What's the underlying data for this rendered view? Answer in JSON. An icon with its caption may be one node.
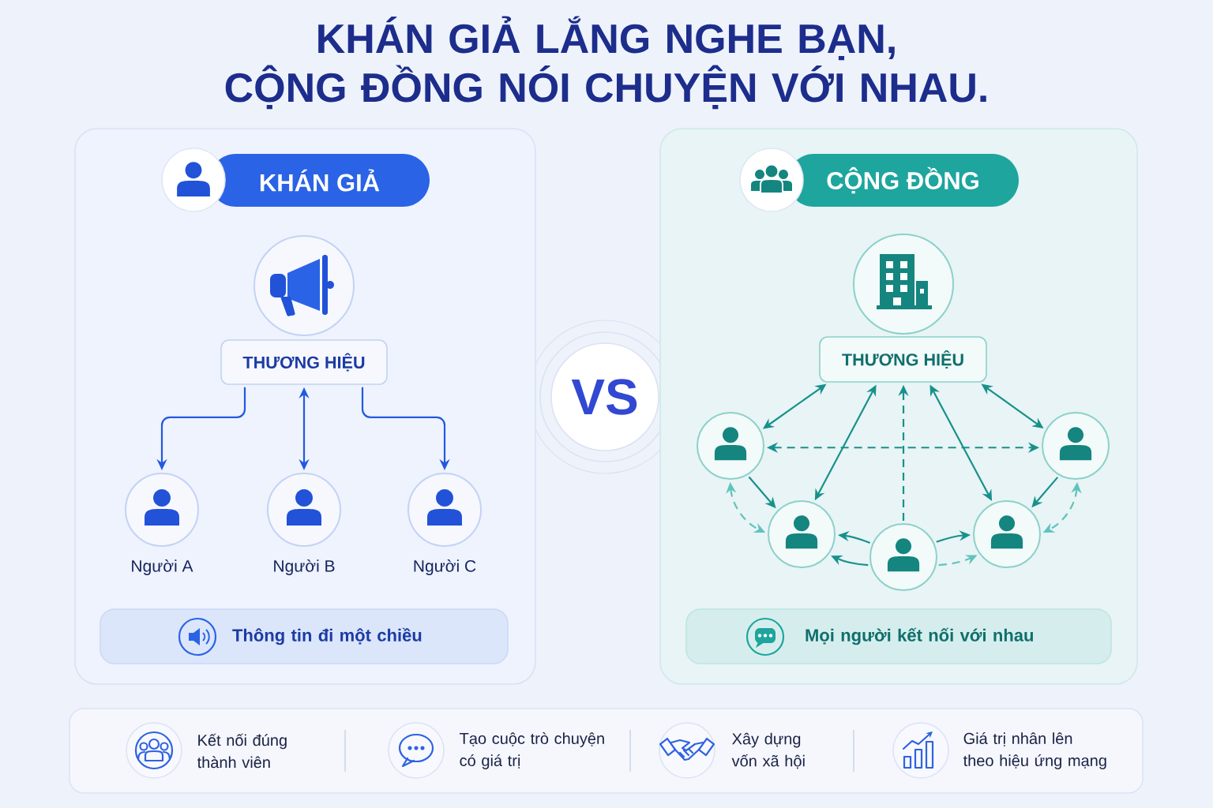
{
  "diagram": {
    "title": "KHÁN GIẢ LẮNG NGHE BẠN, CỘNG ĐỒNG NÓI CHUYỆN VỚI NHAU.",
    "nodes": [
      {
        "text": [],
        "shape": "box"
      },
      {
        "text": [
          "KHÁN GIẢ"
        ],
        "in": 0
      },
      {
        "text": [],
        "shape": "circle",
        "in": 0
      },
      {
        "text": [
          "THƯƠNG HIỆU"
        ],
        "in": 0
      },
      {
        "text": [],
        "shape": "circle",
        "beside": [
          "Người A"
        ],
        "in": 0
      },
      {
        "text": [],
        "shape": "circle",
        "beside": [
          "Người B"
        ],
        "in": 0
      },
      {
        "text": [],
        "shape": "circle",
        "beside": [
          "Người C"
        ],
        "in": 0
      },
      {
        "text": [
          "Thông tin đi một chiều"
        ],
        "in": 0
      },
      {
        "text": [
          "VS"
        ]
      },
      {
        "text": [],
        "shape": "box"
      },
      {
        "text": [
          "CỘNG ĐỒNG"
        ],
        "in": 9
      },
      {
        "text": [],
        "shape": "circle",
        "in": 9
      },
      {
        "text": [
          "THƯƠNG HIỆU"
        ],
        "in": 9
      },
      {
        "text": [],
        "shape": "circle",
        "in": 9
      },
      {
        "text": [],
        "shape": "circle",
        "in": 9
      },
      {
        "text": [],
        "shape": "circle",
        "in": 9
      },
      {
        "text": [],
        "shape": "circle",
        "in": 9
      },
      {
        "text": [],
        "shape": "circle",
        "in": 9
      },
      {
        "text": [
          "Mọi người kết nối với nhau"
        ],
        "in": 9
      },
      {
        "text": [
          "Kết nối đúng thành viên",
          "Tạo cuộc trò chuyện có giá trị",
          "Xây dựng vốn xã hội",
          "Giá trị nhân lên theo hiệu ứng mạng"
        ]
      }
    ],
    "edges": [
      {
        "from": 3,
        "to": 4,
        "arrow": "to",
        "color": "#2458e0"
      },
      {
        "from": 3,
        "to": 5,
        "arrow": "both",
        "color": "#2458e0"
      },
      {
        "from": 3,
        "to": 6,
        "arrow": "to",
        "color": "#2458e0"
      },
      {
        "from": 12,
        "to": 13,
        "arrow": "both"
      },
      {
        "from": 12,
        "to": 15,
        "arrow": "both"
      },
      {
        "from": 16,
        "to": 12,
        "arrow": "to",
        "style": "dashed"
      },
      {
        "from": 12,
        "to": 17,
        "arrow": "both"
      },
      {
        "from": 12,
        "to": 14,
        "arrow": "both"
      },
      {
        "from": 13,
        "to": 14,
        "arrow": "both",
        "style": "dashed"
      },
      {
        "from": 13,
        "to": 15,
        "arrow": "to"
      },
      {
        "from": 13,
        "to": 15,
        "arrow": "both",
        "style": "dashed",
        "color": "#5fc4bc"
      },
      {
        "from": 14,
        "to": 17,
        "arrow": "to"
      },
      {
        "from": 14,
        "to": 17,
        "arrow": "both",
        "style": "dashed",
        "color": "#5fc4bc"
      },
      {
        "from": 16,
        "to": 15,
        "arrow": "to"
      },
      {
        "from": 16,
        "to": 15,
        "arrow": "to"
      },
      {
        "from": 16,
        "to": 17,
        "arrow": "to"
      },
      {
        "from": 16,
        "to": 17,
        "arrow": "to",
        "style": "dashed",
        "color": "#5fc4bc"
      }
    ]
  }
}
